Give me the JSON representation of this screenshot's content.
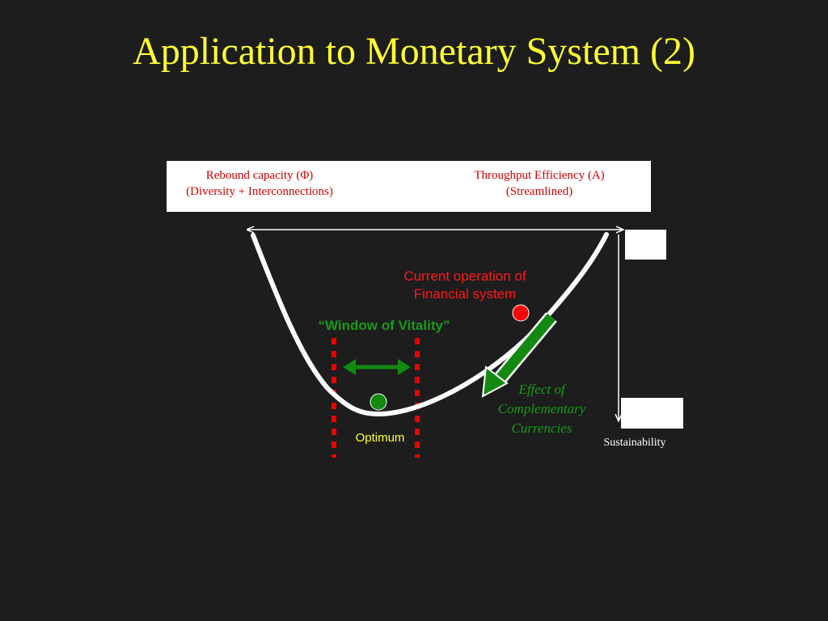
{
  "title": "Application to Monetary System (2)",
  "header": {
    "left": {
      "line1": "Rebound capacity (Φ)",
      "line2": "(Diversity + Interconnections)"
    },
    "right": {
      "line1": "Throughput  Efficiency (A)",
      "line2": "(Streamlined)"
    }
  },
  "labels": {
    "current_operation_line1": "Current operation of",
    "current_operation_line2": "Financial system",
    "window_of_vitality": "“Window of Vitality”",
    "optimum": "Optimum",
    "effect_line1": "Effect of",
    "effect_line2": "Complementary",
    "effect_line3": "Currencies",
    "sustainability": "Sustainability"
  },
  "colors": {
    "background": "#1d1d1d",
    "title": "#ffff33",
    "header_text": "#cc0000",
    "curve": "#ffffff",
    "current_point": "#ff0000",
    "optimum_point": "#128a12",
    "effect_arrow": "#128a12",
    "window_bounds": "#ee0000",
    "window_arrow": "#128a12"
  }
}
